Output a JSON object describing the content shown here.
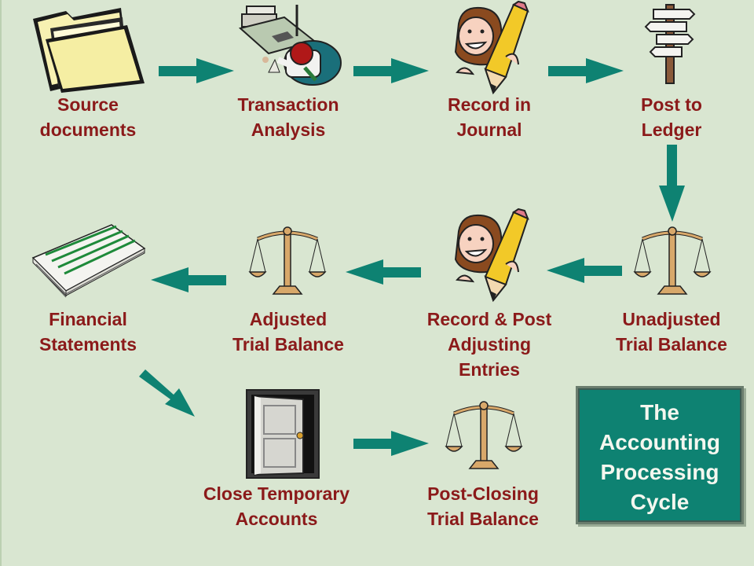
{
  "labels": {
    "source_documents": [
      "Source",
      "documents"
    ],
    "transaction_analysis": [
      "Transaction",
      "Analysis"
    ],
    "record_in_journal": [
      "Record in",
      "Journal"
    ],
    "post_to_ledger": [
      "Post to",
      "Ledger"
    ],
    "unadjusted_trial_balance": [
      "Unadjusted",
      "Trial Balance"
    ],
    "record_post_adjusting": [
      "Record & Post",
      "Adjusting",
      "Entries"
    ],
    "adjusted_trial_balance": [
      "Adjusted",
      "Trial Balance"
    ],
    "financial_statements": [
      "Financial",
      "Statements"
    ],
    "close_temporary_accounts": [
      "Close Temporary",
      "Accounts"
    ],
    "post_closing_trial_balance": [
      "Post-Closing",
      "Trial Balance"
    ]
  },
  "title": [
    "The",
    "Accounting",
    "Processing",
    "Cycle"
  ],
  "flow": [
    [
      "source_documents",
      "transaction_analysis"
    ],
    [
      "transaction_analysis",
      "record_in_journal"
    ],
    [
      "record_in_journal",
      "post_to_ledger"
    ],
    [
      "post_to_ledger",
      "unadjusted_trial_balance"
    ],
    [
      "unadjusted_trial_balance",
      "record_post_adjusting"
    ],
    [
      "record_post_adjusting",
      "adjusted_trial_balance"
    ],
    [
      "adjusted_trial_balance",
      "financial_statements"
    ],
    [
      "financial_statements",
      "close_temporary_accounts"
    ],
    [
      "close_temporary_accounts",
      "post_closing_trial_balance"
    ]
  ],
  "icons": {
    "source_documents": "folder-icon",
    "transaction_analysis": "person-at-desk-icon",
    "record_in_journal": "pencil-girl-icon",
    "post_to_ledger": "signpost-icon",
    "unadjusted_trial_balance": "scales-icon",
    "record_post_adjusting": "pencil-girl-icon",
    "adjusted_trial_balance": "scales-icon",
    "financial_statements": "paper-stack-icon",
    "close_temporary_accounts": "door-icon",
    "post_closing_trial_balance": "scales-icon"
  },
  "colors": {
    "background": "#d9e6d1",
    "label_text": "#8b1a1a",
    "arrow": "#0e8272",
    "title_box": "#0e8272",
    "title_text": "#f4f7ef"
  }
}
